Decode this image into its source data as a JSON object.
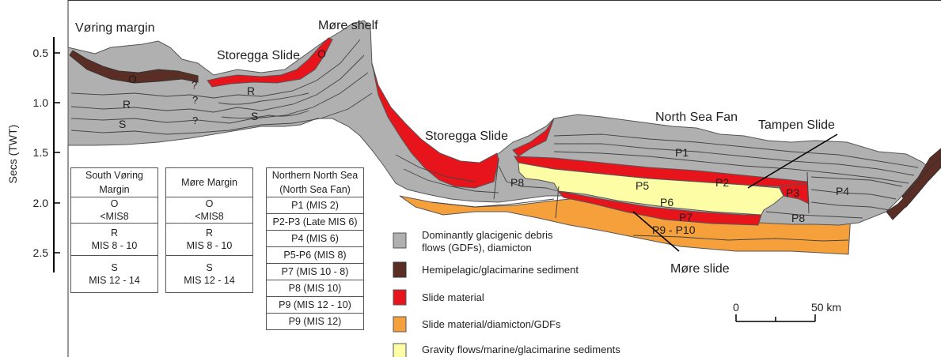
{
  "axis": {
    "label": "Secs (TWT)",
    "ticks": [
      "0.5",
      "1.0",
      "1.5",
      "2.0",
      "2.5"
    ]
  },
  "labels": {
    "voring_margin": "Vøring margin",
    "storegga_slide_top": "Storegga Slide",
    "more_shelf": "Møre shelf",
    "storegga_slide_mid": "Storegga Slide",
    "north_sea_fan": "North Sea Fan",
    "tampen_slide": "Tampen Slide",
    "more_slide": "Møre slide",
    "unit_o_left": "O",
    "unit_r_left": "R",
    "unit_s_left": "S",
    "unit_o_shelf": "O",
    "unit_r_mid": "R",
    "unit_s_mid": "S",
    "q1": "?",
    "q2": "?",
    "q3": "?",
    "p1": "P1",
    "p2": "P2",
    "p3": "P3",
    "p4": "P4",
    "p5": "P5",
    "p6": "P6",
    "p7": "P7",
    "p8_left": "P8",
    "p8_right": "P8",
    "p9_p10": "P9 - P10"
  },
  "tables": {
    "south_voring": {
      "header": "South Vøring Margin",
      "rows": [
        {
          "unit": "O",
          "age": "<MIS8"
        },
        {
          "unit": "R",
          "age": "MIS 8 - 10"
        },
        {
          "unit": "S",
          "age": "MIS 12 - 14"
        }
      ]
    },
    "more_margin": {
      "header": "Møre Margin",
      "rows": [
        {
          "unit": "O",
          "age": "<MIS8"
        },
        {
          "unit": "R",
          "age": "MIS 8 - 10"
        },
        {
          "unit": "S",
          "age": "MIS 12 - 14"
        }
      ]
    },
    "northern_north_sea": {
      "header_line1": "Northern North Sea",
      "header_line2": "(North Sea Fan)",
      "rows": [
        "P1 (MIS 2)",
        "P2-P3 (Late MIS 6)",
        "P4 (MIS 6)",
        "P5-P6 (MIS 8)",
        "P7 (MIS 10 - 8)",
        "P8 (MIS 10)",
        "P9 (MIS 12 - 10)",
        "P9 (MIS 12)"
      ]
    }
  },
  "legend": [
    {
      "text_line1": "Dominantly glacigenic debris",
      "text_line2": "flows (GDFs), diamicton",
      "color": "#b0b0b0"
    },
    {
      "text_line1": "Hemipelagic/glacimarine sediment",
      "text_line2": "",
      "color": "#5b2e25"
    },
    {
      "text_line1": "Slide material",
      "text_line2": "",
      "color": "#e8141b"
    },
    {
      "text_line1": "Slide material/diamicton/GDFs",
      "text_line2": "",
      "color": "#f6a03c"
    },
    {
      "text_line1": "Gravity flows/marine/glacimarine sediments",
      "text_line2": "",
      "color": "#fdfda6"
    }
  ],
  "scale_bar": {
    "start": "0",
    "end": "50 km"
  },
  "colors": {
    "gdf_grey": "#b0b0b0",
    "hemipelagic_brown": "#5b2e25",
    "slide_red": "#e8141b",
    "slide_orange": "#f6a03c",
    "gravity_yellow": "#fdfda6"
  }
}
